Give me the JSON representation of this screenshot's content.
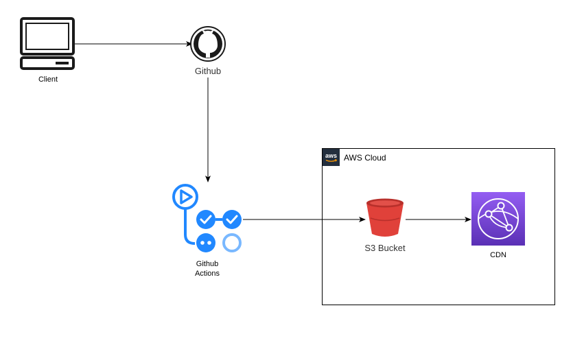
{
  "nodes": {
    "client": {
      "label": "Client",
      "icon": "desktop-computer-icon"
    },
    "github": {
      "label": "Github",
      "icon": "github-octocat-icon"
    },
    "github_actions": {
      "label_line1": "Github",
      "label_line2": "Actions",
      "icon": "github-actions-workflow-icon"
    },
    "s3": {
      "label": "S3 Bucket",
      "icon": "s3-bucket-icon"
    },
    "cdn": {
      "label": "CDN",
      "icon": "cloudfront-cdn-icon"
    }
  },
  "group": {
    "label": "AWS Cloud",
    "logo_text": "aws",
    "icon": "aws-logo-icon"
  },
  "edges": [
    {
      "from": "client",
      "to": "github"
    },
    {
      "from": "github",
      "to": "github_actions"
    },
    {
      "from": "github_actions",
      "to": "s3"
    },
    {
      "from": "s3",
      "to": "cdn"
    }
  ],
  "colors": {
    "actions_blue": "#2188ff",
    "actions_light_blue": "#79b8ff",
    "s3_red": "#e0413a",
    "s3_dark_red": "#b8302b",
    "cdn_purple_top": "#945df2",
    "cdn_purple_bottom": "#5a30b5",
    "aws_badge": "#232f3e"
  }
}
